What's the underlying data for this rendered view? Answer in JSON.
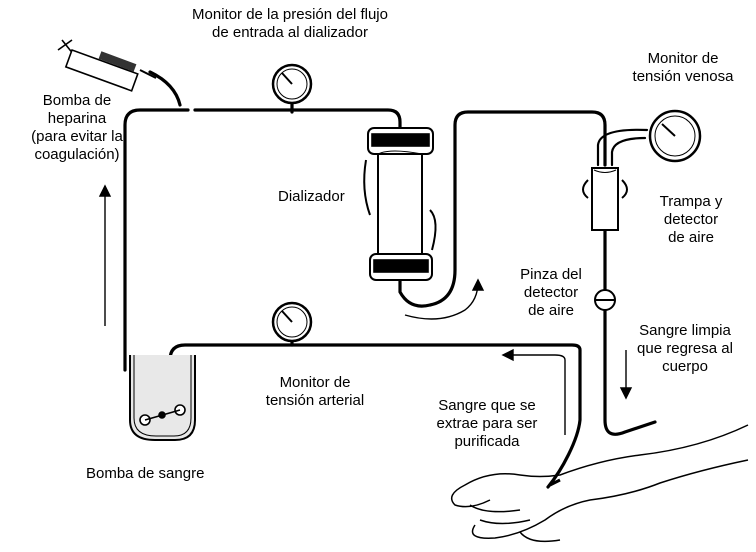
{
  "labels": {
    "inflow_monitor": "Monitor de la presión del flujo\nde entrada al dializador",
    "venous_monitor": "Monitor de\ntensión venosa",
    "heparin_pump": "Bomba de\nheparina\n(para evitar la\ncoagulación)",
    "dialyzer": "Dializador",
    "air_trap": "Trampa y\ndetector\nde aire",
    "air_clamp": "Pinza del\ndetector\nde aire",
    "clean_blood": "Sangre limpia\nque regresa al\ncuerpo",
    "arterial_monitor": "Monitor de\ntensión arterial",
    "blood_extracted": "Sangre que se\nextrae para ser\npurificada",
    "blood_pump": "Bomba de sangre"
  },
  "colors": {
    "line": "#000000",
    "background": "#ffffff",
    "fill_light": "#e8e8e8"
  }
}
